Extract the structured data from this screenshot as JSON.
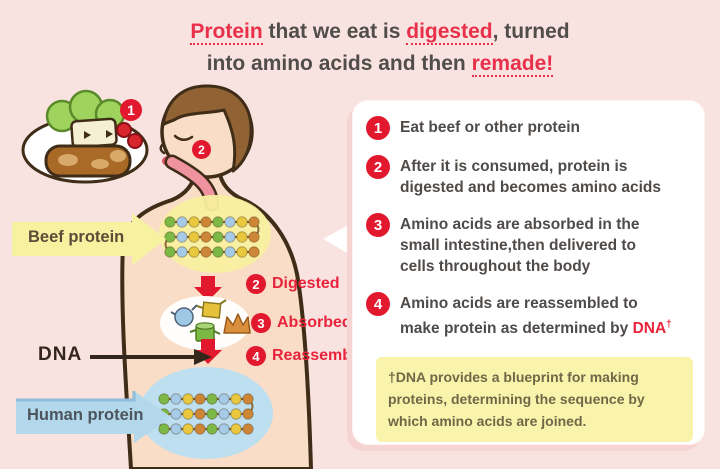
{
  "title": {
    "l1_red1": "Protein",
    "l1_mid": " that we eat is ",
    "l1_red2": "digested",
    "l1_end": ", turned",
    "l2_start": "into amino acids and then ",
    "l2_red": "remade!"
  },
  "diagram": {
    "plate_badge": "1",
    "mouth_badge": "2",
    "beef_protein_label": "Beef protein",
    "dna_label": "DNA",
    "human_protein_label": "Human protein",
    "steps": [
      {
        "num": "2",
        "label": "Digested"
      },
      {
        "num": "3",
        "label": "Absorbed"
      },
      {
        "num": "4",
        "label": "Reassembled"
      }
    ]
  },
  "panel": {
    "items": [
      {
        "num": "1",
        "text": "Eat beef or other protein"
      },
      {
        "num": "2",
        "text": "After it is consumed, protein is\ndigested and becomes amino acids"
      },
      {
        "num": "3",
        "text": "Amino acids are absorbed in the\nsmall intestine,then delivered to\ncells throughout the body"
      },
      {
        "num": "4",
        "text": "Amino acids are reassembled to\nmake protein as determined by ",
        "dna_word": "DNA",
        "dagger": "†"
      }
    ],
    "note": "†DNA provides a blueprint for making\nproteins, determining the sequence by\nwhich amino acids are joined."
  },
  "colors": {
    "background": "#f9e3e0",
    "accent_red": "#e2182f",
    "text_red": "#e8304a",
    "text_dark": "#514d4b",
    "note_bg": "#faf3ac",
    "arrow_yellow": "#f7f2a0",
    "arrow_blue": "#b3d8ec"
  }
}
